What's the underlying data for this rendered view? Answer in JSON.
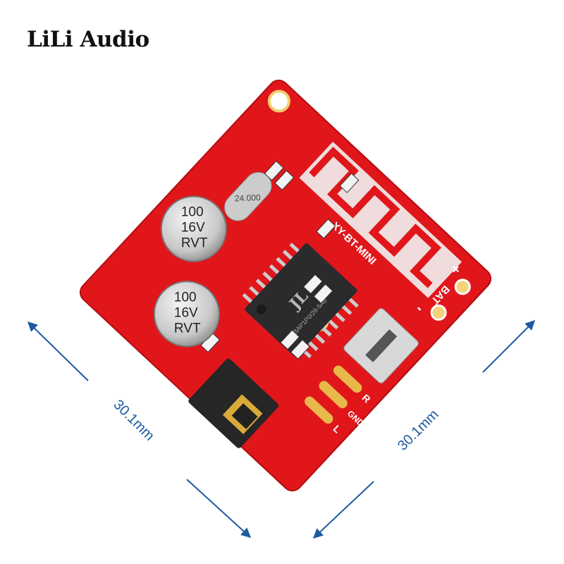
{
  "logo": {
    "text": "LiLi Audio"
  },
  "dimensions": {
    "left": "30.1mm",
    "right": "30.1mm"
  },
  "board": {
    "model": "XY-BT-MINI",
    "battery_label": "BAT",
    "plus": "+",
    "minus": "-",
    "gnd": "GND",
    "r": "R",
    "l": "L",
    "crystal": "24.000",
    "chip_logo": "JL",
    "chip_marking": "AS1BAP1P0/28-5A8",
    "capacitors": [
      {
        "l1": "100",
        "l2": "16V",
        "l3": "RVT"
      },
      {
        "l1": "100",
        "l2": "16V",
        "l3": "RVT"
      }
    ]
  },
  "colors": {
    "pcb": "#e0161b",
    "arrow": "#1d5aa0"
  }
}
